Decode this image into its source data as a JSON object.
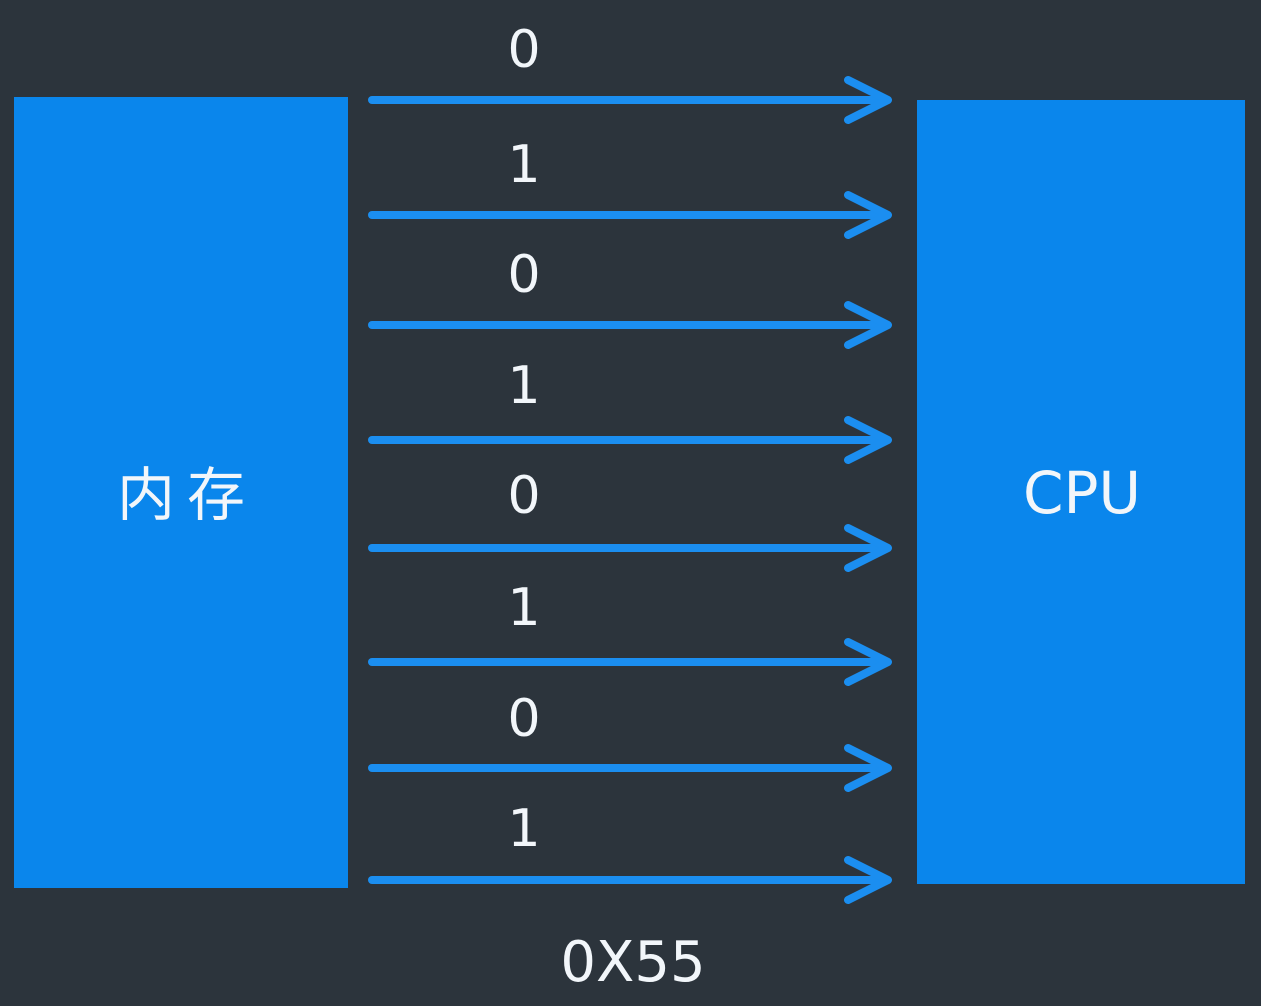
{
  "memory": {
    "label": "内存"
  },
  "cpu": {
    "label": "CPU"
  },
  "bus": {
    "bits": [
      "0",
      "1",
      "0",
      "1",
      "0",
      "1",
      "0",
      "1"
    ],
    "value": "0X55"
  },
  "colors": {
    "background": "#2c343c",
    "block": "#0a86ec",
    "arrow": "#1b8ef0",
    "text": "#f2f6fa"
  }
}
